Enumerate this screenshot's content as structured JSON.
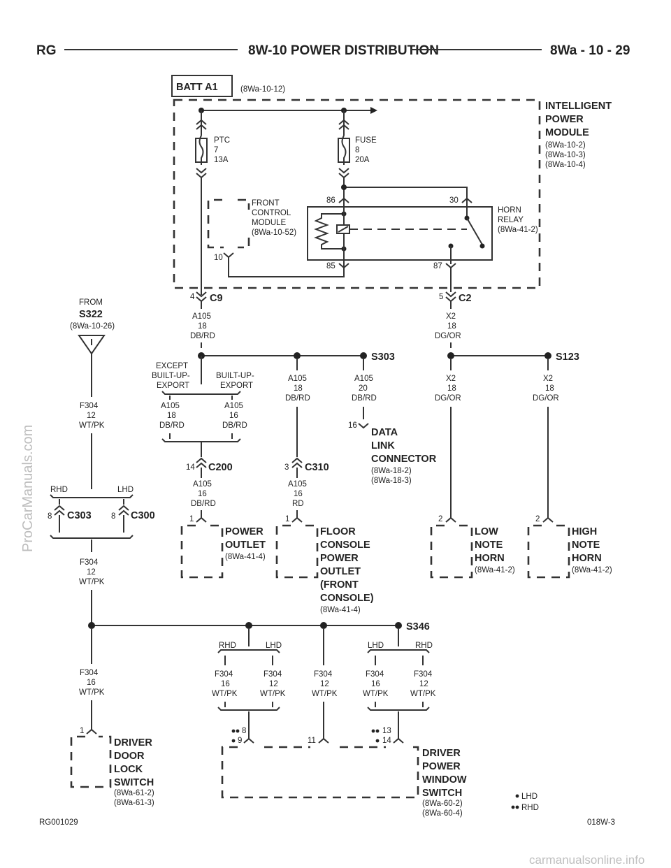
{
  "header": {
    "left": "RG",
    "center": "8W-10 POWER DISTRIBUTION",
    "right": "8Wa - 10 - 29"
  },
  "footer": {
    "left": "RG001029",
    "right": "018W-3"
  },
  "watermarks": {
    "side": "ProCarManuals.com",
    "bottom": "carmanualsonline.info"
  },
  "labels": {
    "batt": "BATT A1",
    "batt_ref": "(8Wa-10-12)",
    "ipm": [
      "INTELLIGENT",
      "POWER",
      "MODULE"
    ],
    "ipm_refs": [
      "(8Wa-10-2)",
      "(8Wa-10-3)",
      "(8Wa-10-4)"
    ],
    "ptc": [
      "PTC",
      "7",
      "13A"
    ],
    "fuse": [
      "FUSE",
      "8",
      "20A"
    ],
    "fcm": [
      "FRONT",
      "CONTROL",
      "MODULE",
      "(8Wa-10-52)"
    ],
    "fcm_pin": "10",
    "relay": [
      "HORN",
      "RELAY",
      "(8Wa-41-2)"
    ],
    "relay_pins": [
      "86",
      "30",
      "85",
      "87"
    ],
    "c9": "C9",
    "c9_pin": "4",
    "c2": "C2",
    "c2_pin": "5",
    "w_a105_main": [
      "A105",
      "18",
      "DB/RD"
    ],
    "w_x2_main": [
      "X2",
      "18",
      "DG/OR"
    ],
    "from": "FROM",
    "s322": "S322",
    "s322_ref": "(8Wa-10-26)",
    "w_f304_top": [
      "F304",
      "12",
      "WT/PK"
    ],
    "except": [
      "EXCEPT",
      "BUILT-UP-",
      "EXPORT"
    ],
    "builtup": [
      "BUILT-UP-",
      "EXPORT"
    ],
    "w_a105_18": [
      "A105",
      "18",
      "DB/RD"
    ],
    "w_a105_16": [
      "A105",
      "16",
      "DB/RD"
    ],
    "w_a105_18b": [
      "A105",
      "18",
      "DB/RD"
    ],
    "w_a105_20": [
      "A105",
      "20",
      "DB/RD"
    ],
    "s303": "S303",
    "s123": "S123",
    "w_x2_a": [
      "X2",
      "18",
      "DG/OR"
    ],
    "w_x2_b": [
      "X2",
      "18",
      "DG/OR"
    ],
    "dlc_pin": "16",
    "dlc": [
      "DATA",
      "LINK",
      "CONNECTOR"
    ],
    "dlc_refs": [
      "(8Wa-18-2)",
      "(8Wa-18-3)"
    ],
    "c200": "C200",
    "c200_pin": "14",
    "c310": "C310",
    "c310_pin": "3",
    "w_a105_c200": [
      "A105",
      "16",
      "DB/RD"
    ],
    "w_a105_c310": [
      "A105",
      "16",
      "RD"
    ],
    "rhd": "RHD",
    "lhd": "LHD",
    "c303": "C303",
    "c303_pin": "8",
    "c300": "C300",
    "c300_pin": "8",
    "w_f304_mid": [
      "F304",
      "12",
      "WT/PK"
    ],
    "po_pin": "1",
    "po": [
      "POWER",
      "OUTLET"
    ],
    "po_ref": "(8Wa-41-4)",
    "fcpo_pin": "1",
    "fcpo": [
      "FLOOR",
      "CONSOLE",
      "POWER",
      "OUTLET",
      "(FRONT",
      "CONSOLE)"
    ],
    "fcpo_ref": "(8Wa-41-4)",
    "lnh_pin": "2",
    "lnh": [
      "LOW",
      "NOTE",
      "HORN"
    ],
    "lnh_ref": "(8Wa-41-2)",
    "hnh_pin": "2",
    "hnh": [
      "HIGH",
      "NOTE",
      "HORN"
    ],
    "hnh_ref": "(8Wa-41-2)",
    "s346": "S346",
    "w_f304_16": [
      "F304",
      "16",
      "WT/PK"
    ],
    "w_f304_a": [
      "F304",
      "16",
      "WT/PK"
    ],
    "w_f304_b": [
      "F304",
      "12",
      "WT/PK"
    ],
    "w_f304_c": [
      "F304",
      "12",
      "WT/PK"
    ],
    "w_f304_d": [
      "F304",
      "16",
      "WT/PK"
    ],
    "w_f304_e": [
      "F304",
      "12",
      "WT/PK"
    ],
    "ddls_pin": "1",
    "ddls": [
      "DRIVER",
      "DOOR",
      "LOCK",
      "SWITCH"
    ],
    "ddls_refs": [
      "(8Wa-61-2)",
      "(8Wa-61-3)"
    ],
    "dpws_pins": [
      "8",
      "9",
      "11",
      "13",
      "14"
    ],
    "dpws": [
      "DRIVER",
      "POWER",
      "WINDOW",
      "SWITCH"
    ],
    "dpws_refs": [
      "(8Wa-60-2)",
      "(8Wa-60-4)"
    ],
    "legend": [
      "LHD",
      "RHD"
    ]
  },
  "colors": {
    "line": "#333333",
    "text": "#222222",
    "watermark": "#bdbdbd"
  }
}
